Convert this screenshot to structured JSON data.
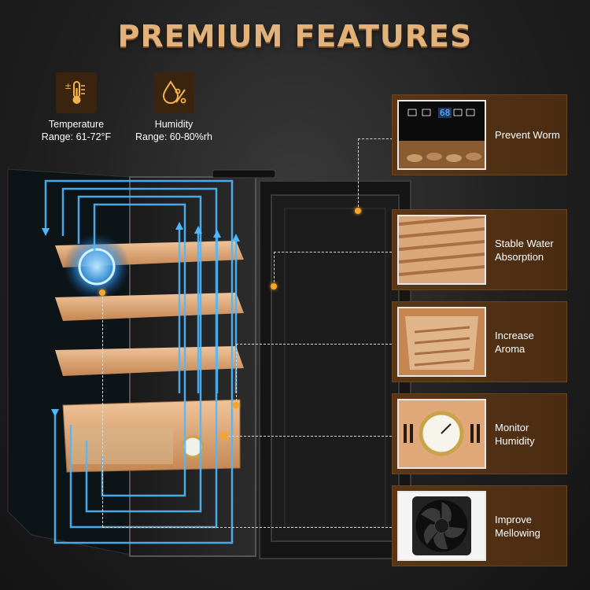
{
  "title": "PREMIUM FEATURES",
  "specs": [
    {
      "icon": "thermometer-icon",
      "label": "Temperature",
      "range": "Range: 61-72°F"
    },
    {
      "icon": "humidity-percent-icon",
      "label": "Humidity",
      "range": "Range: 60-80%rh"
    }
  ],
  "features": [
    {
      "label": "Prevent Worm",
      "thumb": "control-panel"
    },
    {
      "label": "Stable Water Absorption",
      "thumb": "cedar-shelf"
    },
    {
      "label": "Increase Aroma",
      "thumb": "cedar-drawer"
    },
    {
      "label": "Monitor Humidity",
      "thumb": "hygrometer"
    },
    {
      "label": "Improve Mellowing",
      "thumb": "fan"
    }
  ],
  "panel": {
    "display": "68"
  },
  "colors": {
    "accent": "#e2b27a",
    "feature_bg": "#5a3616",
    "airflow": "#4fb8ff",
    "dot": "#f4a52a"
  }
}
